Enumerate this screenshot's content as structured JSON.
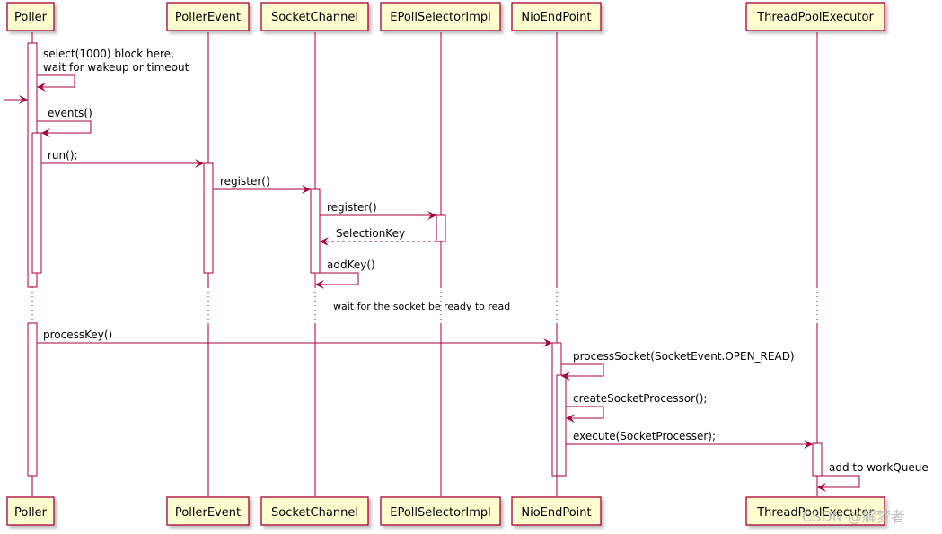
{
  "participants": [
    "Poller",
    "PollerEvent",
    "SocketChannel",
    "EPollSelectorImpl",
    "NioEndPoint",
    "ThreadPoolExecutor"
  ],
  "messages": {
    "select_line1": "select(1000) block here,",
    "select_line2": " wait for wakeup or timeout",
    "events": "events()",
    "run": "run();",
    "register_pe": "register()",
    "register_sc": "register()",
    "selection_key": "SelectionKey",
    "add_key": "addKey()",
    "divider": "wait for the socket be ready to read",
    "process_key": "processKey()",
    "process_socket": "processSocket(SocketEvent.OPEN_READ)",
    "create_socket_processor": "createSocketProcessor();",
    "execute": "execute(SocketProcesser);",
    "add_to_work_queue": "add to workQueue"
  },
  "watermark": "CSDN @解梦者",
  "colors": {
    "box_fill": "#FEFECE",
    "border": "#A80036",
    "arrow": "#A80036",
    "text": "#000000"
  }
}
